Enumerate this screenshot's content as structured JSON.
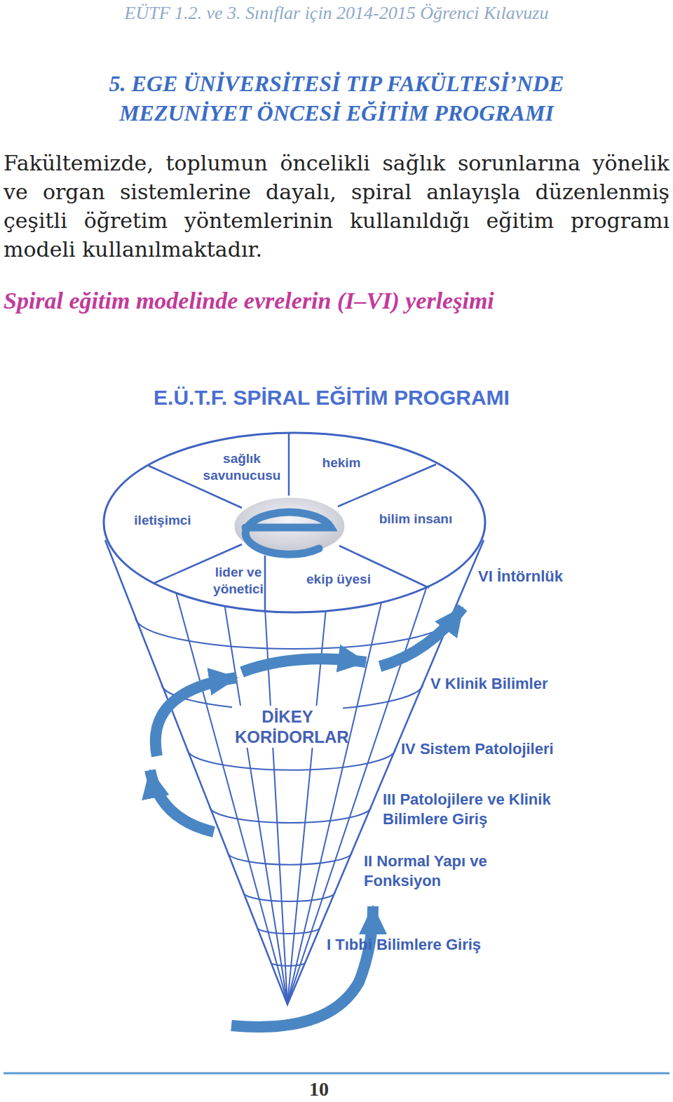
{
  "diagram": {
    "title": "E.Ü.T.F. SPİRAL EĞİTİM PROGRAMI",
    "nodes": [
      {
        "text": [
          "sağlık savunucusu"
        ]
      },
      {
        "text": [
          "hekim"
        ]
      },
      {
        "text": [
          "iletişimci"
        ]
      },
      {
        "text": [
          "bilim insanı"
        ]
      },
      {
        "text": [
          "lider ve yönetici"
        ]
      },
      {
        "text": [
          "ekip üyesi"
        ]
      },
      {
        "text": [
          "VI İntörnlük"
        ]
      },
      {
        "text": [
          "V Klinik Bilimler"
        ]
      },
      {
        "text": [
          "IV Sistem Patolojileri"
        ]
      },
      {
        "text": [
          "III Patolojilere ve Klinik Bilimlere Giriş"
        ]
      },
      {
        "text": [
          "II Normal Yapı ve Fonksiyon"
        ]
      },
      {
        "text": [
          "I Tıbbi Bilimlere Giriş"
        ]
      }
    ],
    "labels": [
      "EÜTF 1.2. ve 3. Sınıflar için 2014-2015 Öğrenci Kılavuzu",
      "5. EGE ÜNİVERSİTESİ TIP FAKÜLTESİ’NDE MEZUNİYET ÖNCESİ EĞİTİM PROGRAMI",
      "Fakültemizde, toplumun öncelikli sağlık sorunlarına yönelik ve organ sistemlerine dayalı, spiral anlayışla düzenlenmiş çeşitli öğretim yöntemlerinin kullanıldığı eğitim programı modeli kullanılmaktadır.",
      "Spiral eğitim modelinde evrelerin (I–VI) yerleşimi",
      "DİKEY KORİDORLAR",
      "10"
    ]
  }
}
